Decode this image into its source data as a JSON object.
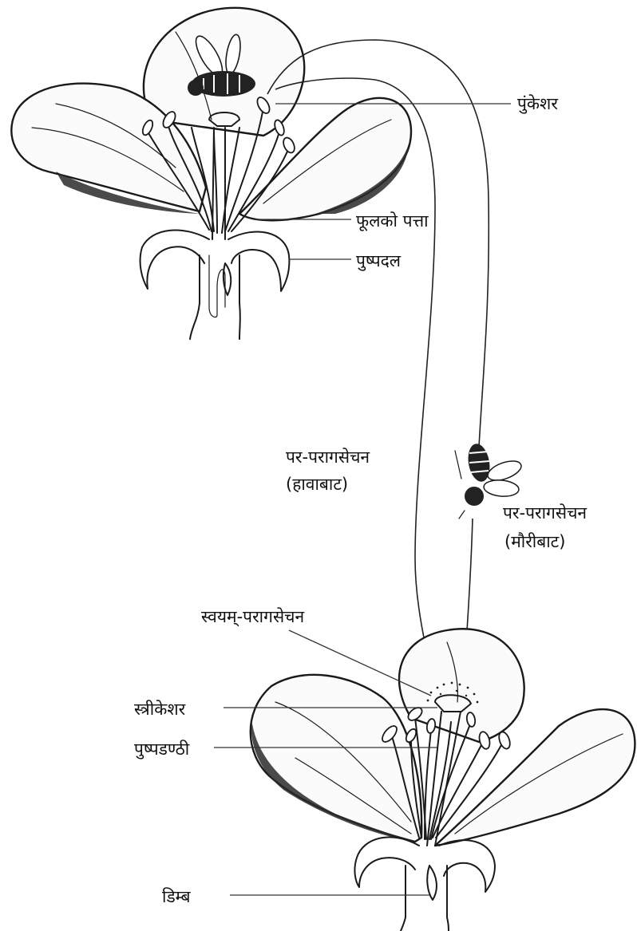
{
  "labels": {
    "stamen": "पुंकेशर",
    "petal": "फूलको पत्ता",
    "sepal": "पुष्पदल",
    "cross_wind_line1": "पर-परागसेचन",
    "cross_wind_line2": "(हावाबाट)",
    "cross_bee_line1": "पर-परागसेचन",
    "cross_bee_line2": "(मौरीबाट)",
    "self_pollination": "स्वयम्-परागसेचन",
    "pistil": "स्त्रीकेशर",
    "stalk": "पुष्पडण्ठी",
    "ovule": "डिम्ब"
  },
  "colors": {
    "ink": "#1a1a1a",
    "paper": "#ffffff"
  }
}
